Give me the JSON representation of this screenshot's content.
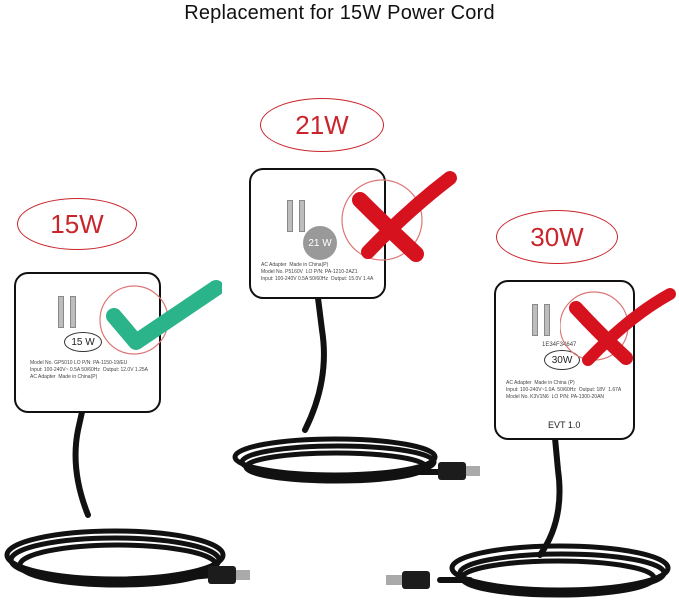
{
  "header": {
    "title": "Replacement for 15W  Power Cord"
  },
  "adapters": [
    {
      "badge": "15W",
      "rating": "15 W",
      "status": "check",
      "label_lines": [
        "Model No. GP5010 LO P/N: PA-1150-19/EU",
        "Input: 100-240V~ 0.5A 50/60Hz  Output: 12.0V 1.25A",
        "AC Adapter  Made in China(P)"
      ]
    },
    {
      "badge": "21W",
      "rating": "21 W",
      "status": "cross",
      "label_lines": [
        "AC Adapter  Made in China(P)",
        "Model No. P5160V  LO P/N: PA-1210-2AZ1",
        "Input: 100-240V 0.5A 50/60Hz  Output: 15.0V 1.4A"
      ]
    },
    {
      "badge": "30W",
      "rating": "30W",
      "status": "cross",
      "serial": "1E34F34647",
      "evt": "EVT 1.0",
      "label_lines": [
        "AC Adapter  Made in China (P)",
        "Input: 100-240V~1.0A  50/60Hz  Output: 18V  1.67A",
        "Model No. K3V1N6  LO P/N: PA-1300-20AN"
      ]
    }
  ],
  "colors": {
    "badge": "#c8262c",
    "check": "#2bb38a",
    "cross": "#d6121f",
    "cable": "#111111"
  }
}
